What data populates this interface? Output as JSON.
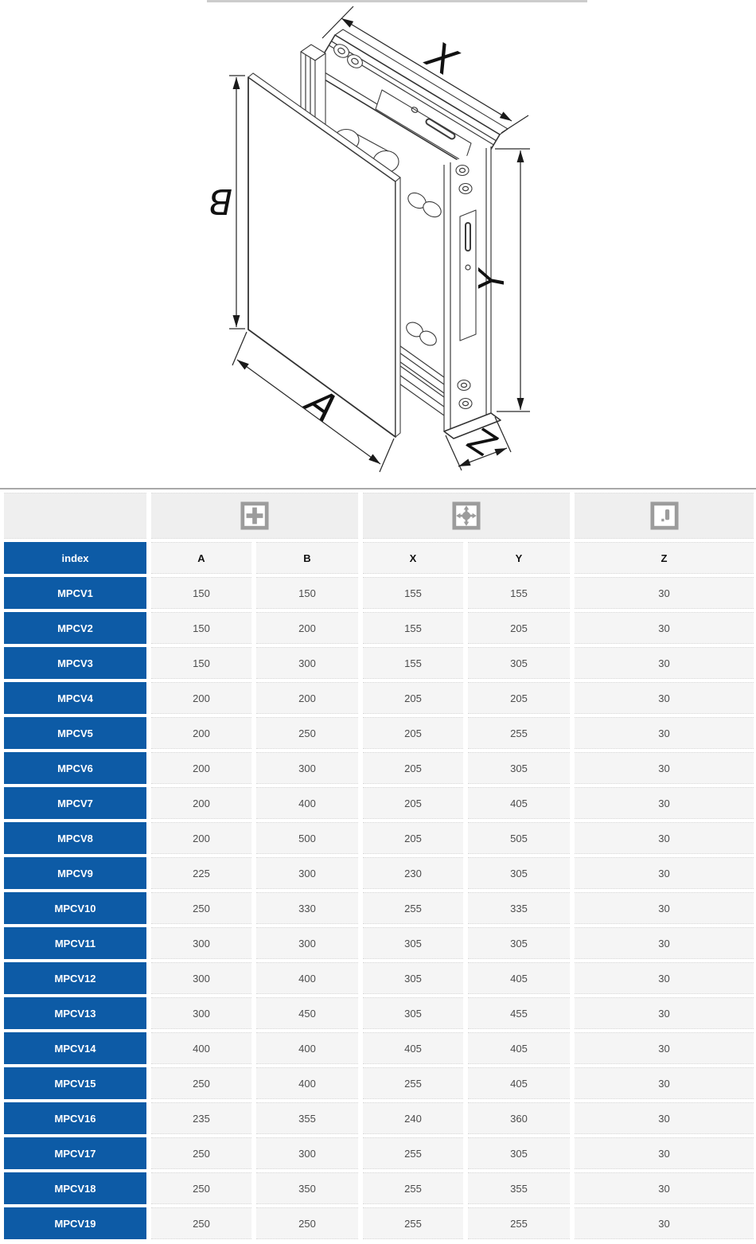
{
  "diagram": {
    "description": "isometric technical drawing of access panel with frame",
    "dimension_labels": {
      "panel_width": "A",
      "panel_height": "B",
      "opening_width": "X",
      "opening_height": "Y",
      "depth": "Z"
    }
  },
  "table": {
    "accent_color": "#0d5ba6",
    "icon_color": "#9c9c9c",
    "column_groups": [
      {
        "icon": "panel-size-icon",
        "columns": [
          "A",
          "B"
        ]
      },
      {
        "icon": "wall-opening-size-icon",
        "columns": [
          "X",
          "Y"
        ]
      },
      {
        "icon": "frame-depth-icon",
        "columns": [
          "Z"
        ]
      }
    ],
    "header": {
      "index_label": "index",
      "columns": [
        "A",
        "B",
        "X",
        "Y",
        "Z"
      ]
    },
    "rows": [
      {
        "index": "MPCV1",
        "values": [
          "150",
          "150",
          "155",
          "155",
          "30"
        ]
      },
      {
        "index": "MPCV2",
        "values": [
          "150",
          "200",
          "155",
          "205",
          "30"
        ]
      },
      {
        "index": "MPCV3",
        "values": [
          "150",
          "300",
          "155",
          "305",
          "30"
        ]
      },
      {
        "index": "MPCV4",
        "values": [
          "200",
          "200",
          "205",
          "205",
          "30"
        ]
      },
      {
        "index": "MPCV5",
        "values": [
          "200",
          "250",
          "205",
          "255",
          "30"
        ]
      },
      {
        "index": "MPCV6",
        "values": [
          "200",
          "300",
          "205",
          "305",
          "30"
        ]
      },
      {
        "index": "MPCV7",
        "values": [
          "200",
          "400",
          "205",
          "405",
          "30"
        ]
      },
      {
        "index": "MPCV8",
        "values": [
          "200",
          "500",
          "205",
          "505",
          "30"
        ]
      },
      {
        "index": "MPCV9",
        "values": [
          "225",
          "300",
          "230",
          "305",
          "30"
        ]
      },
      {
        "index": "MPCV10",
        "values": [
          "250",
          "330",
          "255",
          "335",
          "30"
        ]
      },
      {
        "index": "MPCV11",
        "values": [
          "300",
          "300",
          "305",
          "305",
          "30"
        ]
      },
      {
        "index": "MPCV12",
        "values": [
          "300",
          "400",
          "305",
          "405",
          "30"
        ]
      },
      {
        "index": "MPCV13",
        "values": [
          "300",
          "450",
          "305",
          "455",
          "30"
        ]
      },
      {
        "index": "MPCV14",
        "values": [
          "400",
          "400",
          "405",
          "405",
          "30"
        ]
      },
      {
        "index": "MPCV15",
        "values": [
          "250",
          "400",
          "255",
          "405",
          "30"
        ]
      },
      {
        "index": "MPCV16",
        "values": [
          "235",
          "355",
          "240",
          "360",
          "30"
        ]
      },
      {
        "index": "MPCV17",
        "values": [
          "250",
          "300",
          "255",
          "305",
          "30"
        ]
      },
      {
        "index": "MPCV18",
        "values": [
          "250",
          "350",
          "255",
          "355",
          "30"
        ]
      },
      {
        "index": "MPCV19",
        "values": [
          "250",
          "250",
          "255",
          "255",
          "30"
        ]
      }
    ]
  }
}
